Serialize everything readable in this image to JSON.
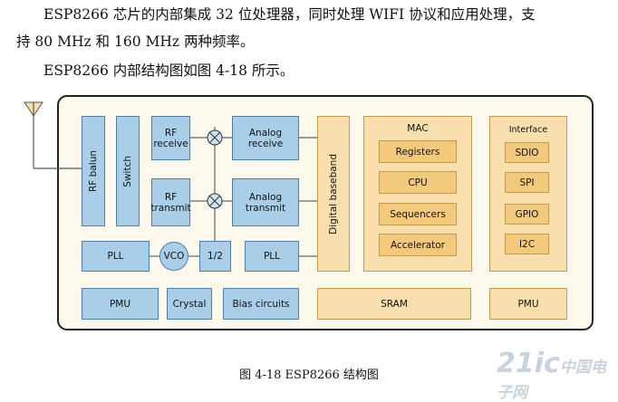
{
  "paragraphs": {
    "p1_line1": "ESP8266 芯片的内部集成 32 位处理器，同时处理 WIFI 协议和应用处理，支",
    "p1_line2": "持 80 MHz 和 160 MHz 两种频率。",
    "p2": "ESP8266 内部结构图如图 4-18 所示。"
  },
  "diagram": {
    "rf_balun": "RF balun",
    "switch": "Switch",
    "rf_receive": "RF receive",
    "rf_transmit": "RF transmit",
    "analog_receive": "Analog receive",
    "analog_transmit": "Analog transmit",
    "digital_baseband": "Digital baseband",
    "pll_left": "PLL",
    "vco": "VCO",
    "half": "1/2",
    "pll_right": "PLL",
    "pmu_left": "PMU",
    "crystal": "Crystal",
    "bias_circuits": "Bias circuits",
    "sram": "SRAM",
    "pmu_right": "PMU",
    "mac": {
      "title": "MAC",
      "items": [
        "Registers",
        "CPU",
        "Sequencers",
        "Accelerator"
      ]
    },
    "interface": {
      "title": "Interface",
      "items": [
        "SDIO",
        "SPI",
        "GPIO",
        "I2C"
      ]
    }
  },
  "caption": "图 4-18 ESP8266 结构图",
  "watermark": "21ic中国电子网",
  "colors": {
    "blue_fill": "#a9cfe8",
    "tan_fill": "#f8dfad",
    "panel_fill": "#fdf9ec"
  }
}
